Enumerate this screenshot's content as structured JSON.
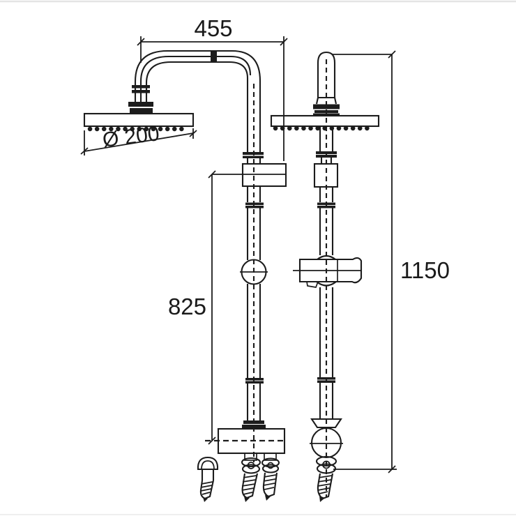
{
  "colors": {
    "background": "#ffffff",
    "line": "#1c1c1c",
    "page_edge": "#d8d8d8"
  },
  "dimensions": {
    "arm_reach_label": "455",
    "head_diameter_label": "Ø 200",
    "bracket_to_valve_label": "825",
    "total_height_label": "1150"
  }
}
